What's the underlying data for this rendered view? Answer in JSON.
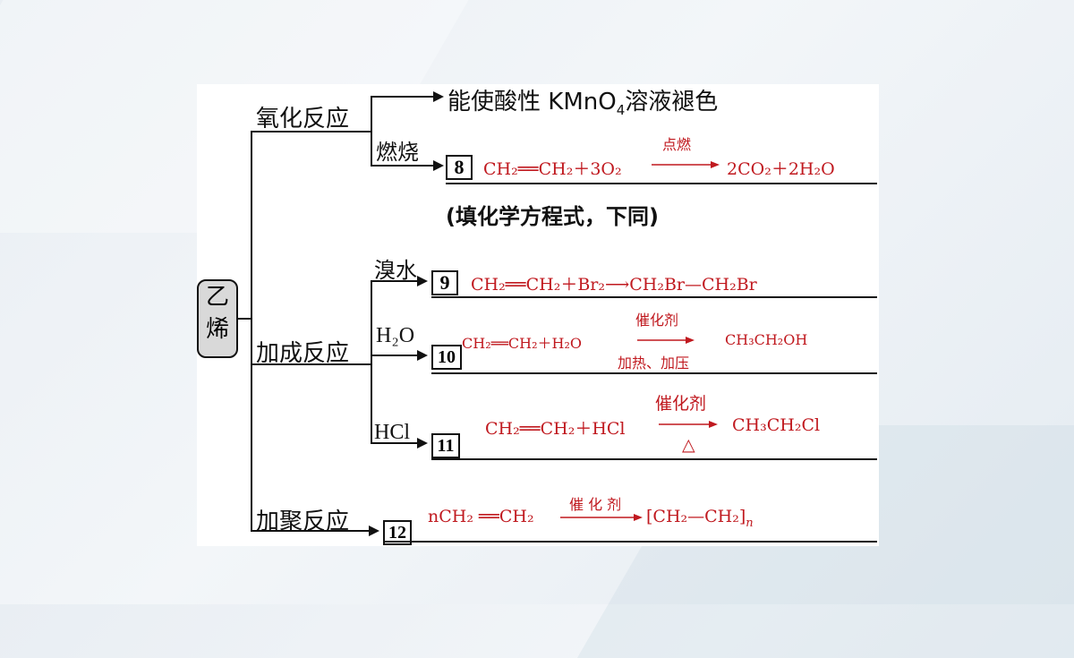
{
  "root": {
    "line1": "乙",
    "line2": "烯"
  },
  "oxidation": {
    "label": "氧化反应",
    "result_pre": "能使酸性 KMnO",
    "result_sub": "4",
    "result_post": "溶液褪色",
    "combustion_label": "燃烧",
    "num": "8",
    "eq_left": "CH₂══CH₂＋3O₂",
    "eq_cond": "点燃",
    "eq_right": "2CO₂＋2H₂O",
    "note": "(填化学方程式，下同)"
  },
  "addition": {
    "label": "加成反应",
    "bromine": {
      "label": "溴水",
      "num": "9",
      "eq": "CH₂══CH₂＋Br₂⟶CH₂Br—CH₂Br"
    },
    "water": {
      "label": "H₂O",
      "num": "10",
      "eq_left": "CH₂══CH₂＋H₂O",
      "cond_top": "催化剂",
      "cond_bottom": "加热、加压",
      "eq_right": "CH₃CH₂OH"
    },
    "hcl": {
      "label": "HCl",
      "num": "11",
      "eq_left": "CH₂══CH₂＋HCl",
      "cond_top": "催化剂",
      "cond_bottom": "△",
      "eq_right": "CH₃CH₂Cl"
    }
  },
  "polymerization": {
    "label": "加聚反应",
    "num": "12",
    "eq_left": "nCH₂ ══CH₂",
    "cond_top": "催 化 剂",
    "eq_right": "[CH₂—CH₂]",
    "eq_sub": "n"
  },
  "colors": {
    "answer": "#c0191f",
    "text": "#111111"
  }
}
